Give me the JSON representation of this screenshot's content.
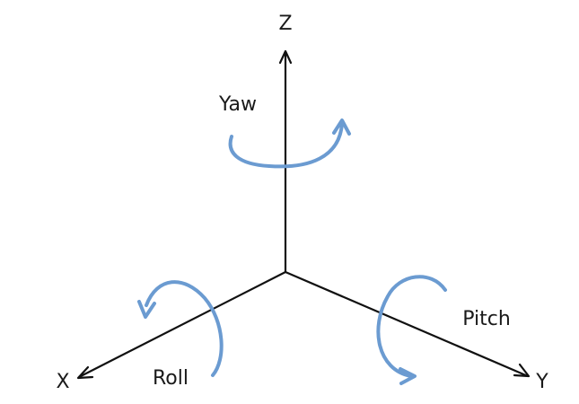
{
  "axes": {
    "z": {
      "label": "Z"
    },
    "x": {
      "label": "X"
    },
    "y": {
      "label": "Y"
    }
  },
  "rotations": {
    "yaw": {
      "label": "Yaw"
    },
    "roll": {
      "label": "Roll"
    },
    "pitch": {
      "label": "Pitch"
    }
  },
  "colors": {
    "axis": "#111111",
    "rotation_arrow": "#6b9bd1",
    "text": "#1a1a1a",
    "background": "#ffffff"
  }
}
